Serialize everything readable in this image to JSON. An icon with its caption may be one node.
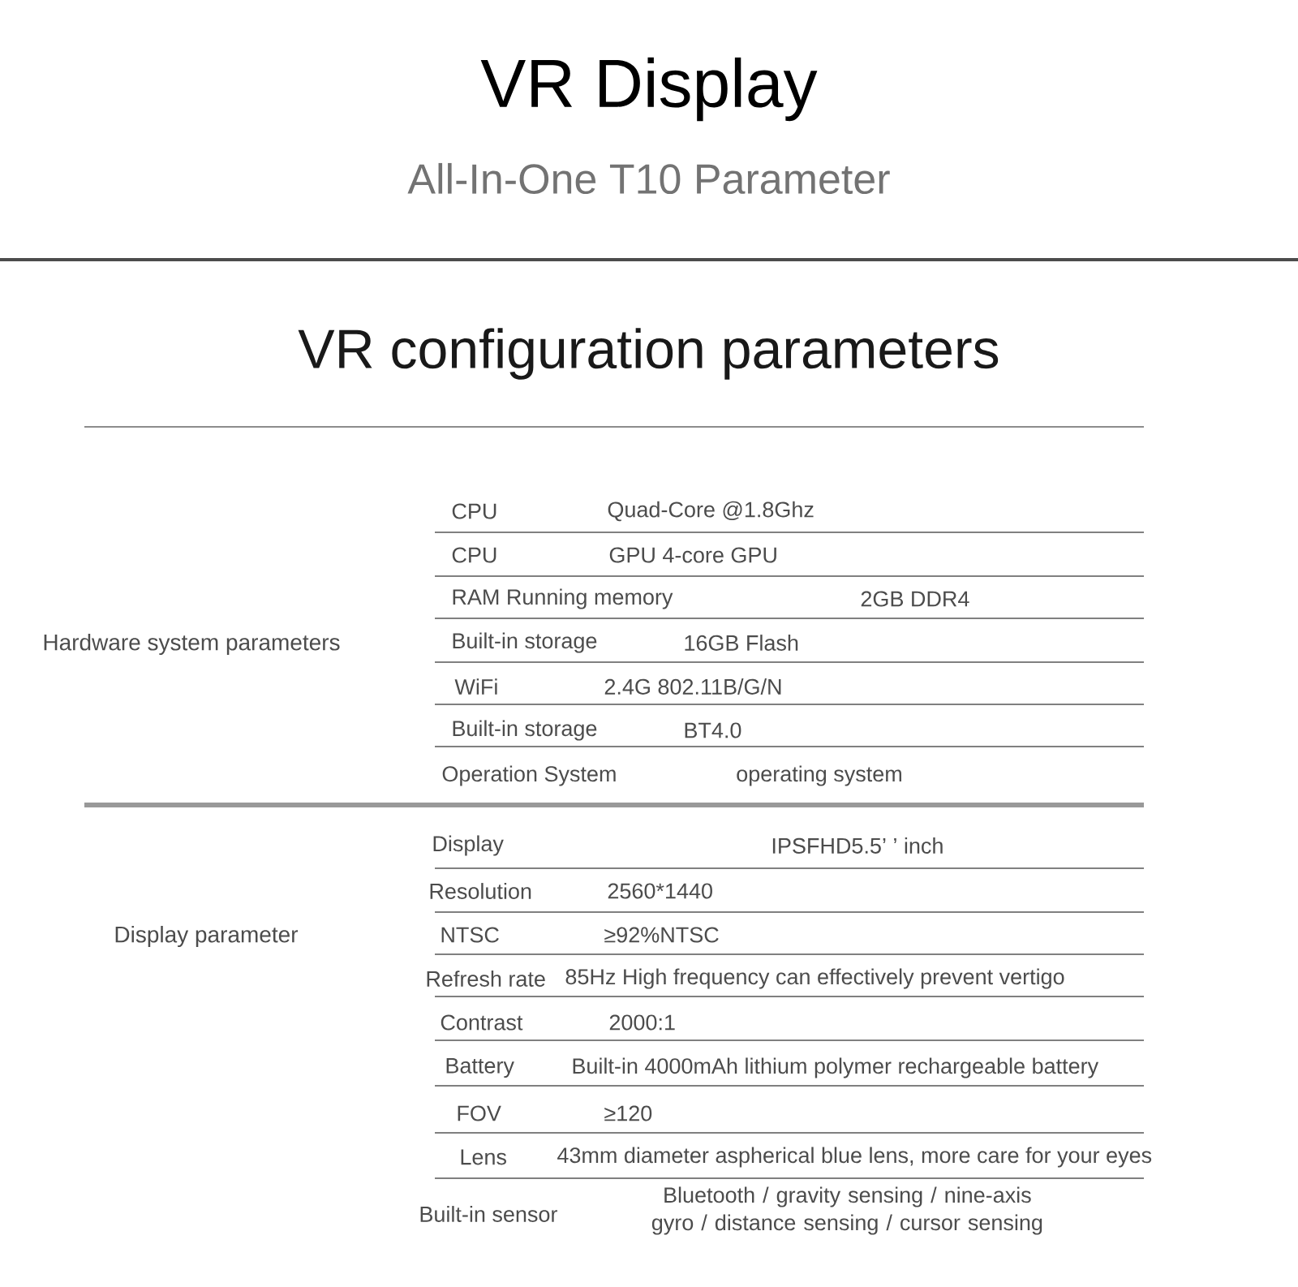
{
  "diagram": {
    "title": "VR Display",
    "labels": [
      "All-In-One T10 Parameter",
      "VR configuration parameters",
      "Hardware system parameters",
      "CPU",
      "Quad-Core @1.8Ghz",
      "CPU",
      "GPU 4-core GPU",
      "RAM Running memory",
      "2GB DDR4",
      "Built-in storage",
      "16GB Flash",
      "WiFi",
      "2.4G 802.11B/G/N",
      "Built-in storage",
      "BT4.0",
      "Operation System",
      "operating system",
      "Display parameter",
      "Display",
      "IPSFHD5.5’ ’ inch",
      "Resolution",
      "2560*1440",
      "NTSC",
      "≥92%NTSC",
      "Refresh rate",
      "85Hz  High frequency can effectively prevent vertigo",
      "Contrast",
      "2000:1",
      "Battery",
      "Built-in 4000mAh lithium polymer rechargeable battery",
      "FOV",
      "≥120",
      "Lens",
      "43mm diameter aspherical blue lens, more care for your eyes",
      "Built-in sensor",
      "Bluetooth / gravity sensing / nine-axis gyro / distance sensing / cursor sensing"
    ]
  }
}
